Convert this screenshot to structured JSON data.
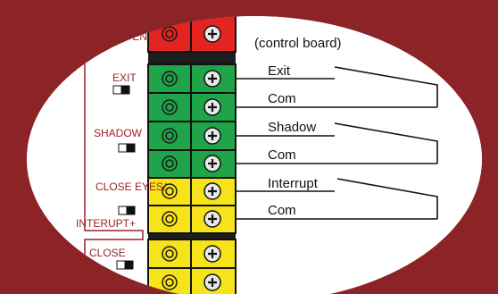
{
  "colors": {
    "frame": "#8b2327",
    "outline_label": "#9b2226",
    "red_block": "#e32420",
    "green_block": "#1fa44a",
    "yellow_block": "#f7e319",
    "backplate": "#1d1d1d",
    "arrow": "#ffffff"
  },
  "board_label": "(control board)",
  "left_labels": {
    "open": "OPEN",
    "exit": "EXIT",
    "shadow": "SHADOW",
    "close_eyes": "CLOSE EYES/",
    "interupt": "INTERUPT+",
    "close": "CLOSE"
  },
  "right_labels": {
    "exit": "Exit",
    "exit_com": "Com",
    "shadow": "Shadow",
    "shadow_com": "Com",
    "interrupt": "Interrupt",
    "interrupt_com": "Com"
  }
}
